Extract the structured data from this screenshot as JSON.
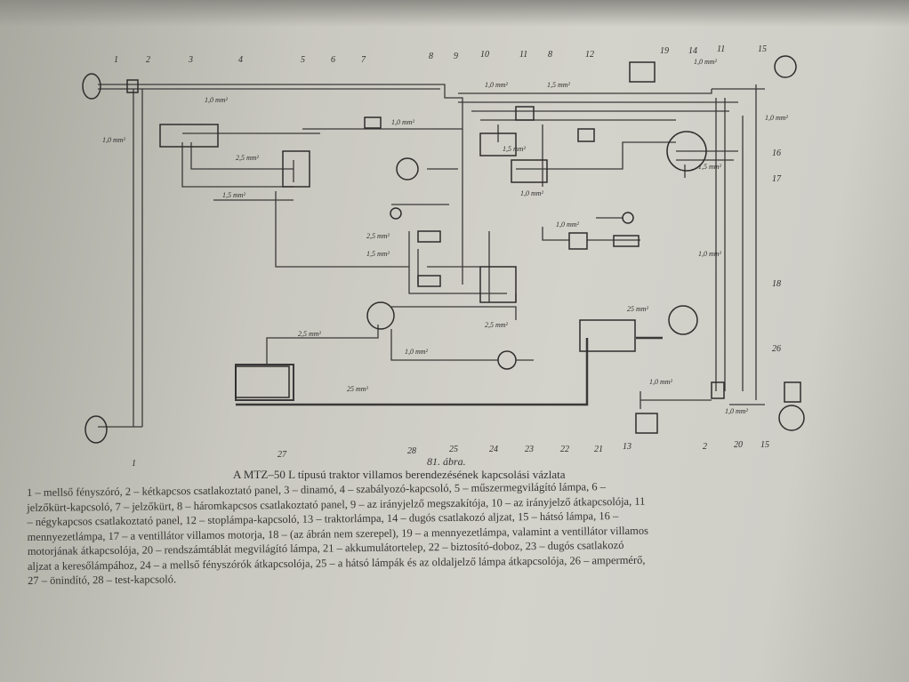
{
  "figure": {
    "number": "81. ábra.",
    "title": "A MTZ–50 L típusú traktor villamos berendezésének kapcsolási vázlata",
    "legend_lines": [
      "1 – mellső fényszóró, 2 – kétkapcsos csatlakoztató panel, 3 – dinamó, 4 – szabályozó-kapcsoló, 5 – műszermegvilágító lámpa, 6 –",
      "jelzőkürt-kapcsoló, 7 – jelzőkürt, 8 – háromkapcsos csatlakoztató panel, 9 – az irányjelző megszakítója, 10 – az irányjelző átkapcsolója, 11",
      "– négykapcsos csatlakoztató panel, 12 – stoplámpa-kapcsoló, 13 – traktorlámpa, 14 – dugós csatlakozó aljzat, 15 – hátsó lámpa, 16 –",
      "mennyezetlámpa, 17 – a ventillátor villamos motorja, 18 – (az ábrán nem szerepel), 19 – a mennyezetlámpa, valamint a ventillátor villamos",
      "motorjának átkapcsolója, 20 – rendszámtáblát megvilágító lámpa, 21 – akkumulátortelep, 22 – biztosító-doboz, 23 – dugós csatlakozó",
      "aljzat a keresőlámpához, 24 – a mellső fényszórók átkapcsolója, 25 – a hátsó lámpák és az oldaljelző lámpa átkapcsolója, 26 – ampermérő,",
      "27 – önindító, 28 – test-kapcsoló."
    ]
  },
  "diagram": {
    "top_numbers": [
      "1",
      "2",
      "3",
      "4",
      "5",
      "6",
      "7",
      "8",
      "9",
      "10",
      "11",
      "8",
      "12",
      "19",
      "14",
      "11",
      "15"
    ],
    "right_numbers": [
      "16",
      "17",
      "18",
      "26"
    ],
    "bottom_numbers": [
      "1",
      "27",
      "28",
      "25",
      "24",
      "23",
      "22",
      "21",
      "13",
      "2",
      "20",
      "15"
    ],
    "wire_labels": {
      "w10": "1,0 mm²",
      "w15": "1,5 mm²",
      "w25": "2,5 mm²",
      "w250": "25 mm²"
    }
  }
}
